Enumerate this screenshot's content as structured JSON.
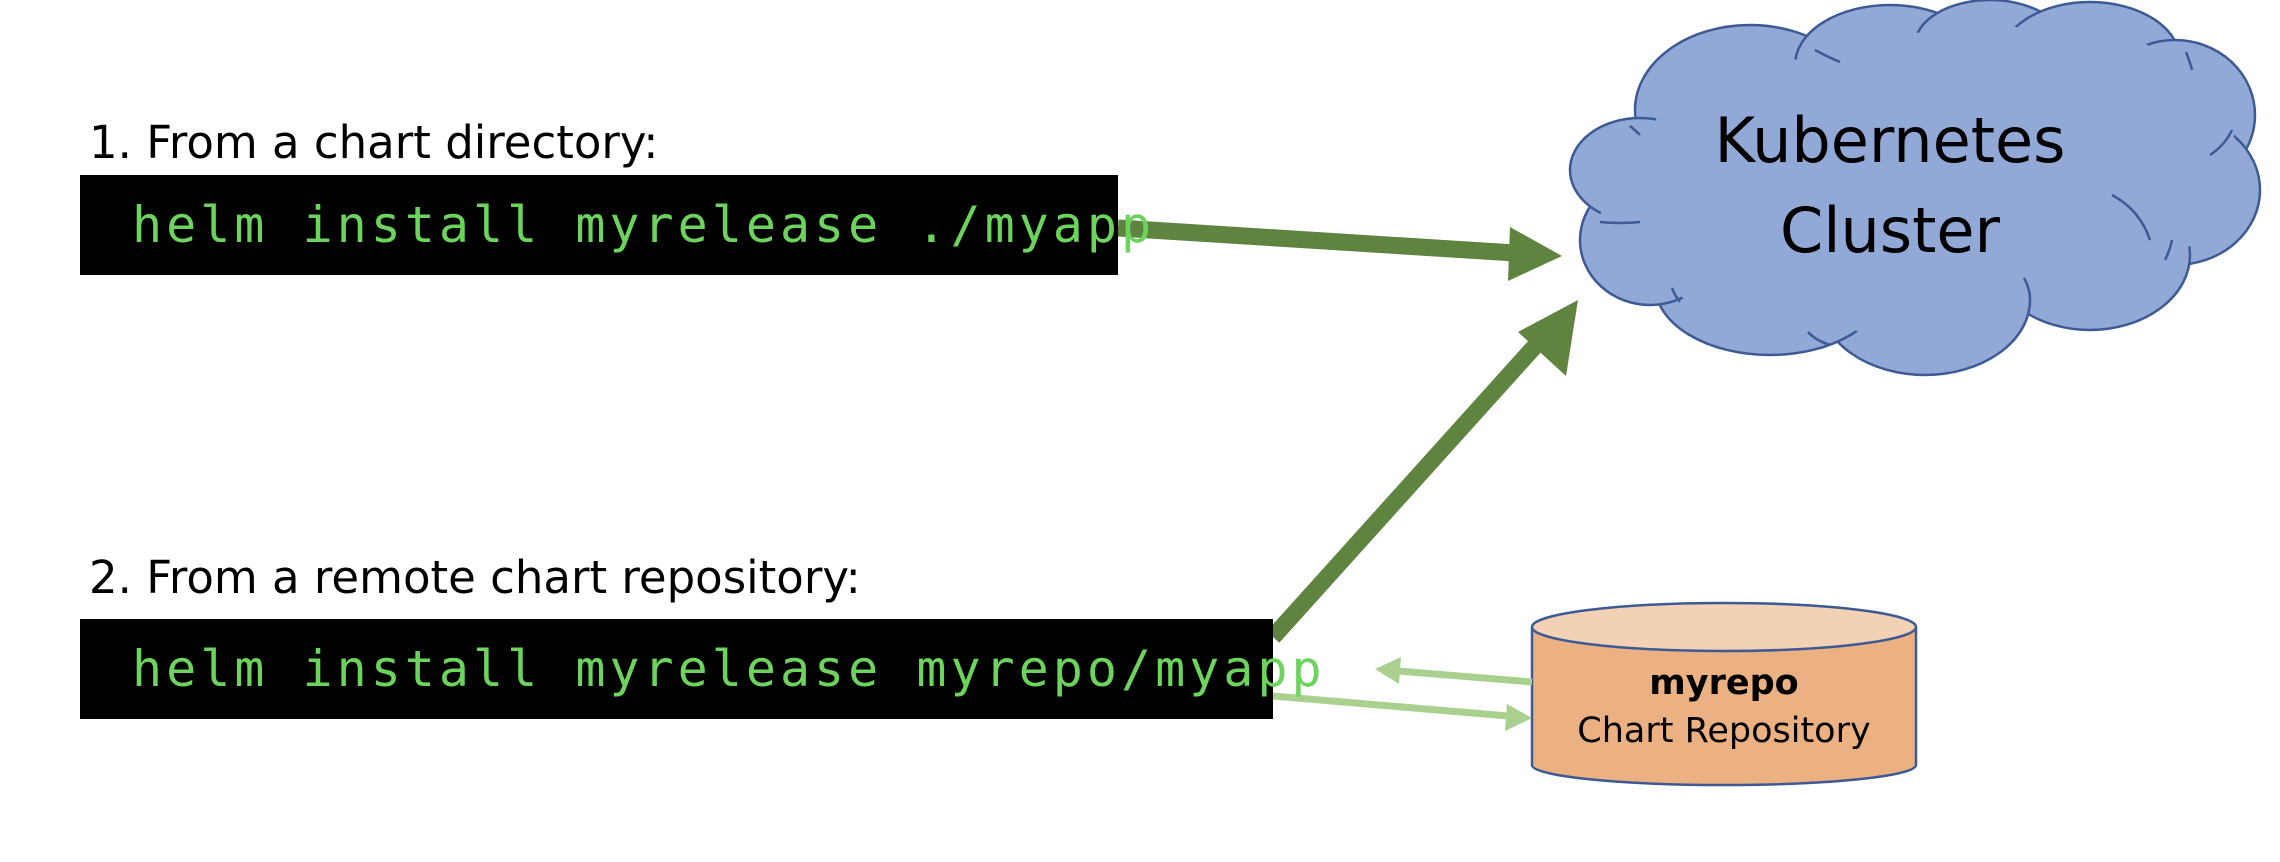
{
  "steps": [
    {
      "label": "1. From a chart directory:",
      "command": "helm install myrelease ./myapp"
    },
    {
      "label": "2. From a remote chart repository:",
      "command": "helm install myrelease myrepo/myapp"
    }
  ],
  "cluster": {
    "line1": "Kubernetes",
    "line2": "Cluster",
    "fill_color": "#92a9d8"
  },
  "repository": {
    "name": "myrepo",
    "description": "Chart Repository",
    "fill_color": "#ebb183"
  },
  "colors": {
    "command_bg": "#000000",
    "command_text": "#6cd35c",
    "main_arrow": "#5f8440",
    "repo_arrow": "#a9d08e"
  }
}
